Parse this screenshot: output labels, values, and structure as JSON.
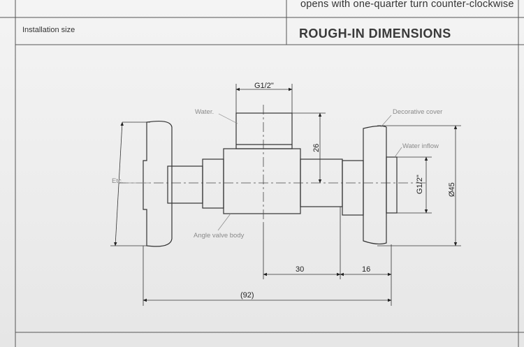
{
  "header": {
    "instruction_text": "opens with one-quarter turn counter-clockwise",
    "section_label": "Installation size",
    "title": "ROUGH-IN DIMENSIONS"
  },
  "diagram": {
    "callouts": {
      "water": "Water.",
      "decorative_cover": "Decorative cover",
      "water_inflow": "Water inflow",
      "etc": "Etc.",
      "angle_valve_body": "Angle valve body"
    },
    "dimensions": {
      "outlet_thread": "G1/2\"",
      "outlet_height": "26",
      "inlet_thread": "G1/2\"",
      "cover_diameter": "Ø45",
      "body_to_cover": "30",
      "cover_depth": "16",
      "overall_length": "(92)"
    }
  }
}
